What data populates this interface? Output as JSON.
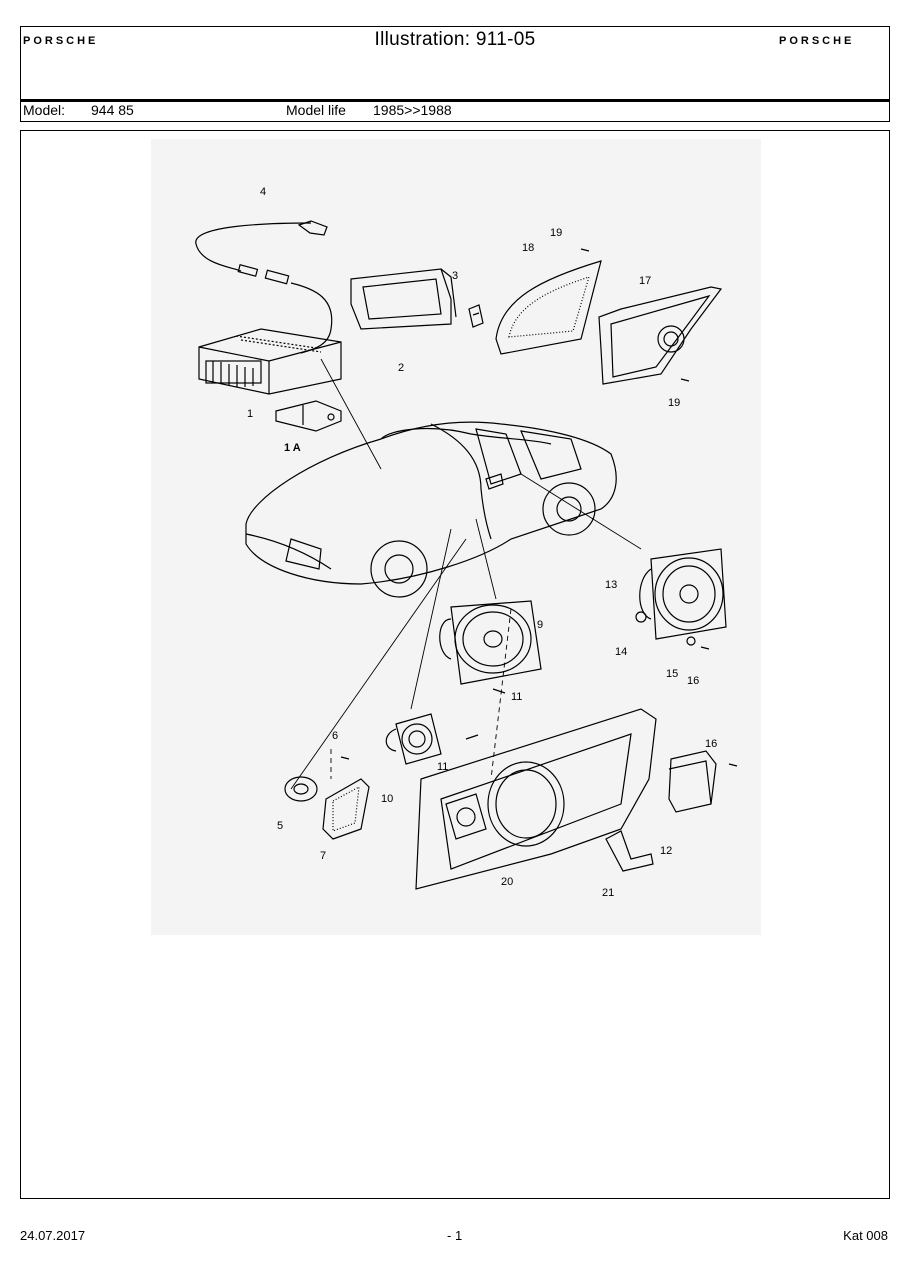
{
  "header": {
    "title": "Illustration: 911-05",
    "brand_left": "PORSCHE",
    "brand_right": "PORSCHE",
    "model_label": "Model:",
    "model_value": "944 85",
    "life_label": "Model life",
    "life_value": "1985>>1988"
  },
  "drawing": {
    "callouts": {
      "c1": "1",
      "c1a": "1 A",
      "c2": "2",
      "c3": "3",
      "c4": "4",
      "c5": "5",
      "c6": "6",
      "c7": "7",
      "c9": "9",
      "c10": "10",
      "c11a": "11",
      "c11b": "11",
      "c12": "12",
      "c13": "13",
      "c14": "14",
      "c15": "15",
      "c16a": "16",
      "c16b": "16",
      "c17": "17",
      "c18": "18",
      "c19a": "19",
      "c19b": "19",
      "c20": "20",
      "c21": "21"
    }
  },
  "footer": {
    "date": "24.07.2017",
    "page": "- 1",
    "catalog": "Kat 008"
  },
  "colors": {
    "line": "#000000",
    "background": "#ffffff",
    "drawing_bg": "#f4f4f4"
  }
}
